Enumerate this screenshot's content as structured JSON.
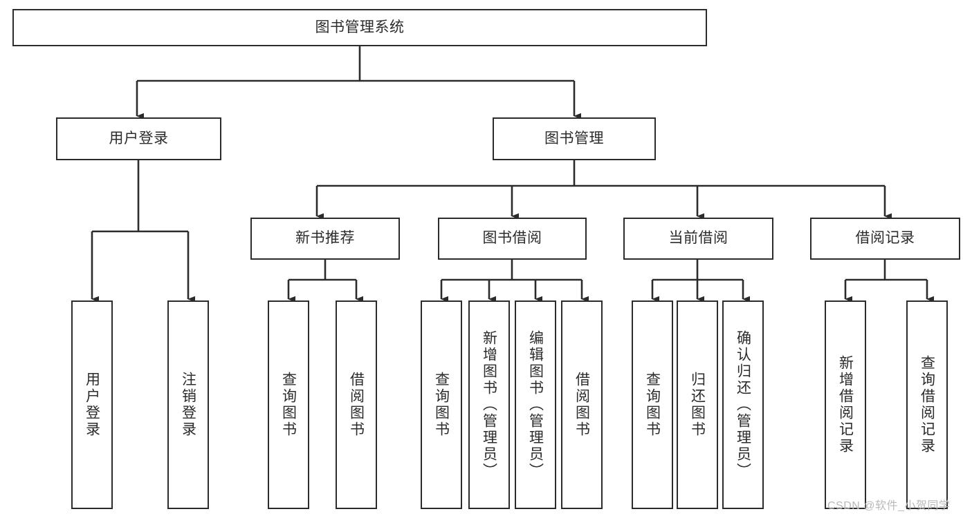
{
  "diagram": {
    "type": "tree-hierarchy-chart",
    "title": "图书管理系统",
    "colors": {
      "box_border": "#2b2b2b",
      "box_fill": "#ffffff",
      "connector": "#2b2b2b",
      "text": "#2b2b2b",
      "watermark": "#b9b9b9",
      "background": "#ffffff"
    },
    "root": {
      "label": "图书管理系统"
    },
    "level2": [
      {
        "label": "用户登录"
      },
      {
        "label": "图书管理"
      }
    ],
    "level3": [
      {
        "label": "新书推荐"
      },
      {
        "label": "图书借阅"
      },
      {
        "label": "当前借阅"
      },
      {
        "label": "借阅记录"
      }
    ],
    "leaves": {
      "user_login": [
        {
          "label": "用户登录"
        },
        {
          "label": "注销登录"
        }
      ],
      "new_book_recommend": [
        {
          "label": "查询图书"
        },
        {
          "label": "借阅图书"
        }
      ],
      "book_borrow": [
        {
          "label": "查询图书"
        },
        {
          "label": "新增图书（管理员）"
        },
        {
          "label": "编辑图书（管理员）"
        },
        {
          "label": "借阅图书"
        }
      ],
      "current_borrow": [
        {
          "label": "查询图书"
        },
        {
          "label": "归还图书"
        },
        {
          "label": "确认归还（管理员）"
        }
      ],
      "borrow_record": [
        {
          "label": "新增借阅记录"
        },
        {
          "label": "查询借阅记录"
        }
      ]
    }
  },
  "watermark": {
    "text": "CSDN @软件_小贺同学"
  }
}
